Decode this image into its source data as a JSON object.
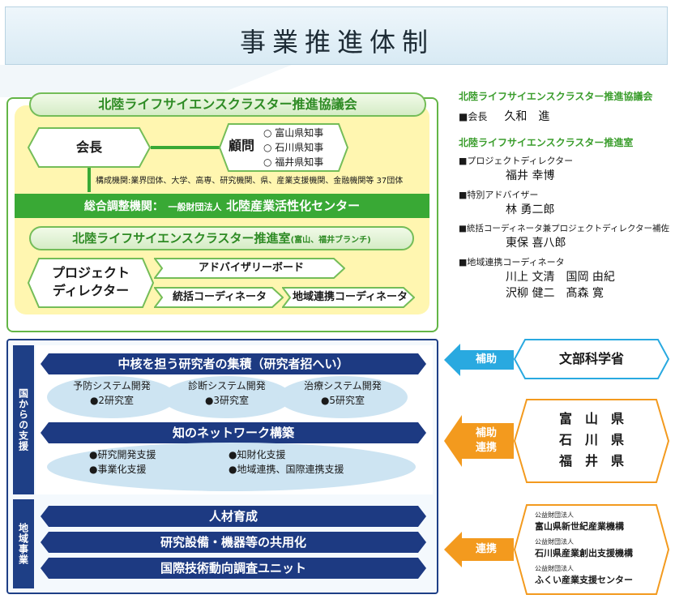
{
  "title": "事業推進体制",
  "council": {
    "name": "北陸ライフサイエンスクラスター推進協議会",
    "chair": "会長",
    "advisor_label": "顧問",
    "advisors": [
      "富山県知事",
      "石川県知事",
      "福井県知事"
    ],
    "members": "構成機関:業界団体、大学、高専、研究機関、県、産業支援機関、金融機関等 37団体"
  },
  "coordinator": {
    "label": "総合調整機関：",
    "type": "一般財団法人",
    "name": "北陸産業活性化センター"
  },
  "office": {
    "name": "北陸ライフサイエンスクラスター推進室",
    "branch": "(富山、福井ブランチ)",
    "director_line1": "プロジェクト",
    "director_line2": "ディレクター",
    "advisory_board": "アドバイザリーボード",
    "chief_coordinator": "統括コーディネータ",
    "regional_coordinator": "地域連携コーディネータ"
  },
  "national_support": {
    "label": "国からの支援",
    "bar1": "中核を担う研究者の集積（研究者招へい）",
    "labs": [
      {
        "name": "予防システム開発",
        "count": "●2研究室"
      },
      {
        "name": "診断システム開発",
        "count": "●3研究室"
      },
      {
        "name": "治療システム開発",
        "count": "●5研究室"
      }
    ],
    "bar2": "知のネットワーク構築",
    "items_left": [
      "●研究開発支援",
      "●事業化支援"
    ],
    "items_right": [
      "●知財化支援",
      "●地域連携、国際連携支援"
    ]
  },
  "regional": {
    "label": "地域事業",
    "bars": [
      "人材育成",
      "研究設備・機器等の共用化",
      "国際技術動向調査ユニット"
    ]
  },
  "right_info": {
    "council_head": "北陸ライフサイエンスクラスター推進協議会",
    "chair_label": "■会長",
    "chair_name": "久和　進",
    "office_head": "北陸ライフサイエンスクラスター推進室",
    "roles": [
      {
        "role": "■プロジェクトディレクター",
        "names": [
          "福井 幸博"
        ]
      },
      {
        "role": "■特別アドバイザー",
        "names": [
          "林 勇二郎"
        ]
      },
      {
        "role": "■統括コーディネータ兼プロジェクトディレクター補佐",
        "names": [
          "東保 喜八郎"
        ]
      },
      {
        "role": "■地域連携コーディネータ",
        "names": [
          "川上 文清　国岡 由紀",
          "沢柳 健二　髙森 寛"
        ]
      }
    ]
  },
  "support_sources": {
    "arrow1": "補助",
    "mext": "文部科学省",
    "arrow2_line1": "補助",
    "arrow2_line2": "連携",
    "prefectures": [
      "富　山　県",
      "石　川　県",
      "福　井　県"
    ],
    "arrow3": "連携",
    "orgs": [
      {
        "type": "公益財団法人",
        "name": "富山県新世紀産業機構"
      },
      {
        "type": "公益財団法人",
        "name": "石川県産業創出支援機構"
      },
      {
        "type": "公益財団法人",
        "name": "ふくい産業支援センター"
      }
    ]
  },
  "colors": {
    "green": "#39a935",
    "navy": "#1d3a82",
    "cyan": "#29a9e0",
    "orange": "#f39a1e",
    "yellow": "#fff6b0"
  }
}
